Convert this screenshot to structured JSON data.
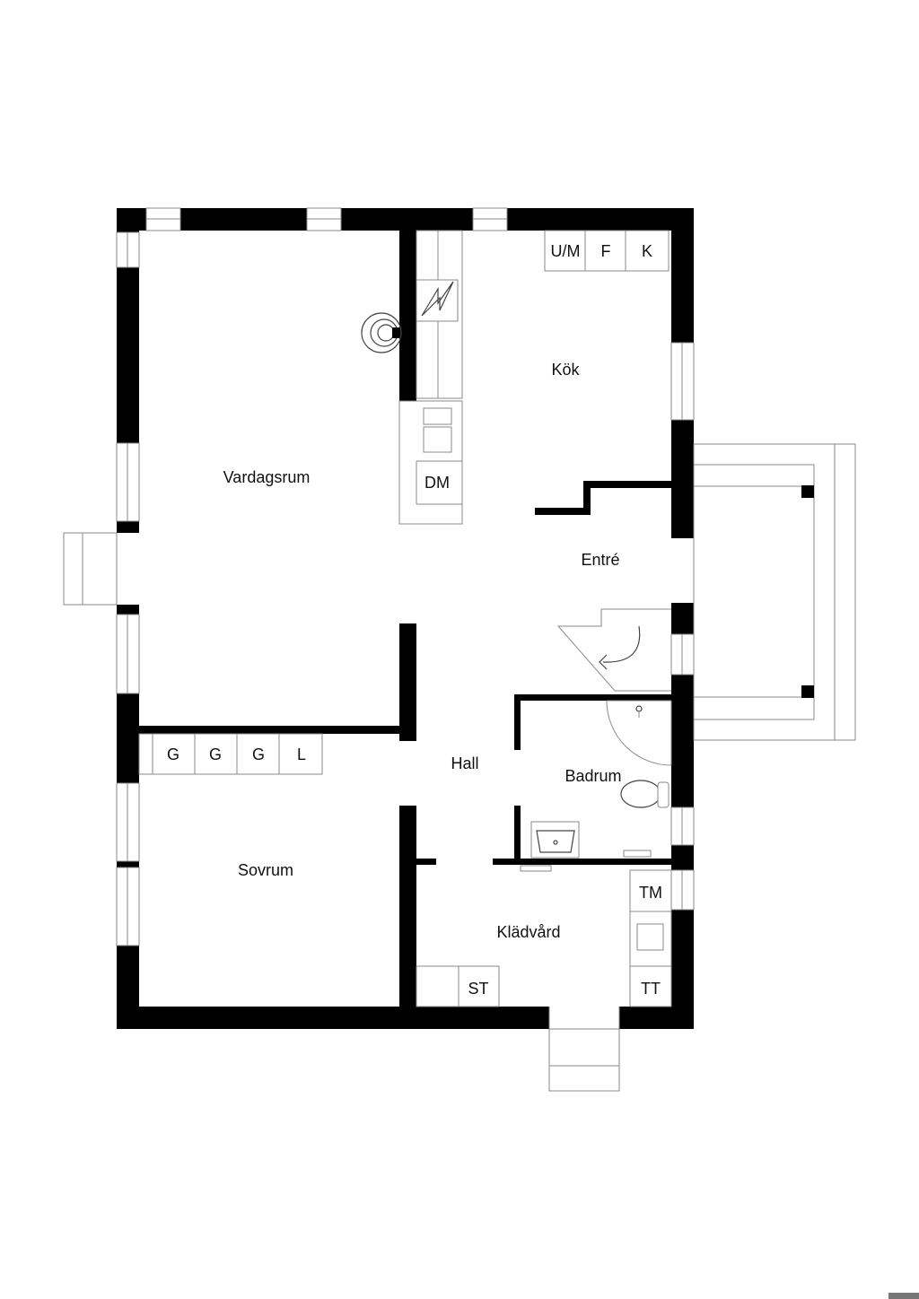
{
  "rooms": {
    "vardagsrum": "Vardagsrum",
    "kok": "Kök",
    "entre": "Entré",
    "hall": "Hall",
    "badrum": "Badrum",
    "sovrum": "Sovrum",
    "kladvard": "Klädvård"
  },
  "fixtures": {
    "freezer_fridge": "U/M",
    "fridge": "F",
    "kyl": "K",
    "dishwasher": "DM",
    "wardrobe_1": "G",
    "wardrobe_2": "G",
    "wardrobe_3": "G",
    "linen": "L",
    "washer": "TM",
    "dryer": "TT",
    "cabinet": "ST"
  },
  "colors": {
    "wall": "#000000",
    "thin_line": "#8a8a8a",
    "background": "#ffffff"
  }
}
